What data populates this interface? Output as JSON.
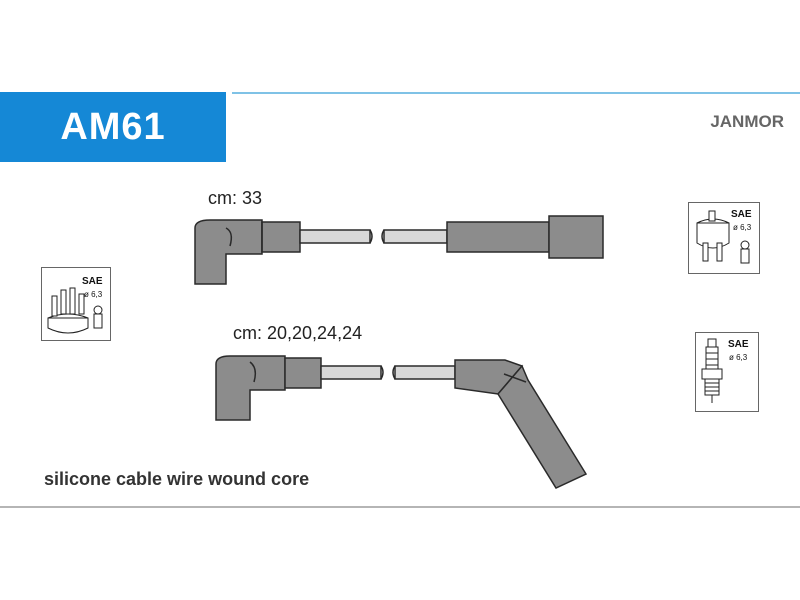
{
  "header": {
    "part_code": "AM61",
    "brand": "JANMOR"
  },
  "cables": [
    {
      "length_label": "cm: 33"
    },
    {
      "length_label": "cm: 20,20,24,24"
    }
  ],
  "spec_boxes": {
    "distributor_left": {
      "standard": "SAE",
      "diameter": "ø 6,3"
    },
    "distributor_right": {
      "standard": "SAE",
      "diameter": "ø 6,3"
    },
    "spark_plug": {
      "standard": "SAE",
      "diameter": "ø 6,3"
    }
  },
  "footer": {
    "description": "silicone cable wire wound core"
  },
  "colors": {
    "code_box": "#1588d6",
    "cable_fill": "#8c8c8c",
    "top_rule": "#7fc2e6"
  }
}
